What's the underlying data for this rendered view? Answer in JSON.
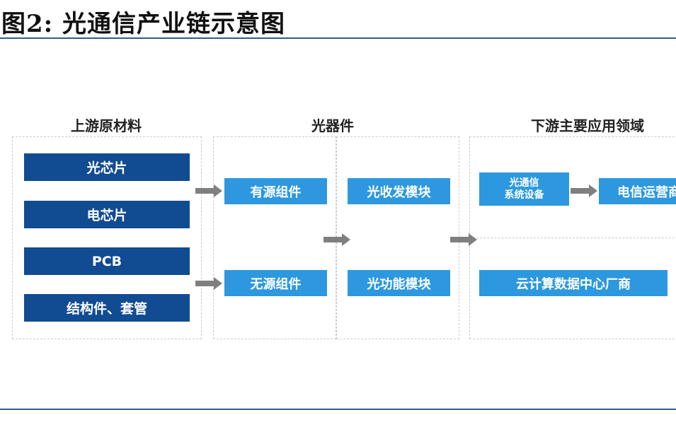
{
  "title": "图2: 光通信产业链示意图",
  "headers": {
    "upstream": "上游原材料",
    "devices": "光器件",
    "downstream": "下游主要应用领域"
  },
  "upstream_items": [
    "光芯片",
    "电芯片",
    "PCB",
    "结构件、套管"
  ],
  "components": {
    "active": "有源组件",
    "passive": "无源组件"
  },
  "modules": {
    "transceiver": "光收发模块",
    "functional": "光功能模块"
  },
  "downstream": {
    "equipment_line1": "光通信",
    "equipment_line2": "系统设备",
    "telecom": "电信运营商",
    "cloud": "云计算数据中心厂商"
  },
  "colors": {
    "dark_blue": "#114b92",
    "light_blue": "#2d98df",
    "rule": "#2f5d8a",
    "arrow": "#7f7f7f"
  }
}
